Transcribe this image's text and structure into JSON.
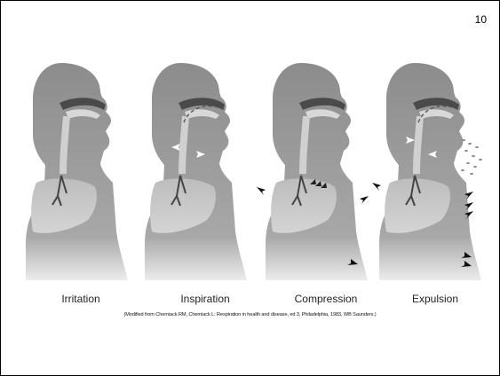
{
  "slide": {
    "page_number": "10",
    "panels": [
      {
        "label": "Irritation"
      },
      {
        "label": "Inspiration"
      },
      {
        "label": "Compression"
      },
      {
        "label": "Expulsion"
      }
    ],
    "caption": "(Modified from Cherniack RM, Cherniack L: Respiration in health and disease, ed 3, Philadelphia, 1983, WB Saunders.)"
  }
}
